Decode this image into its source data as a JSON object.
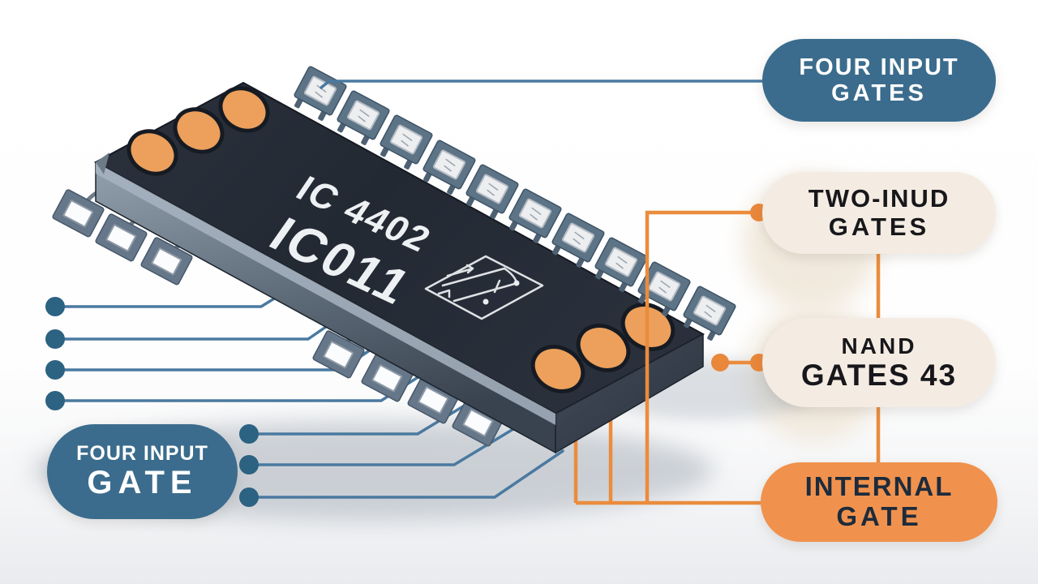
{
  "chip": {
    "marking_line1": "IC 4402",
    "marking_line2": "IC011"
  },
  "callouts": [
    {
      "id": "four-input-gates",
      "line1": "FOUR INPUT",
      "line2": "GATES"
    },
    {
      "id": "two-inud-gates",
      "line1": "TWO-INUD",
      "line2": "GATES"
    },
    {
      "id": "nand-gates-43",
      "line1": "NAND",
      "line2": "GATES 43"
    },
    {
      "id": "internal-gate",
      "line1": "INTERNAL",
      "line2": "GATE"
    },
    {
      "id": "four-input-gate",
      "line1": "FOUR INPUT",
      "line2": "GATE"
    }
  ],
  "colors": {
    "teal_pill": "#3b6c8d",
    "cream_pill": "#f4ece2",
    "orange_pill": "#f0924d",
    "blue_line": "#4a79a0",
    "blue_dot": "#2c6282",
    "orange_line": "#ea8c3d",
    "chip_body": "#262c36",
    "chip_pad_circle": "#eca05c"
  }
}
